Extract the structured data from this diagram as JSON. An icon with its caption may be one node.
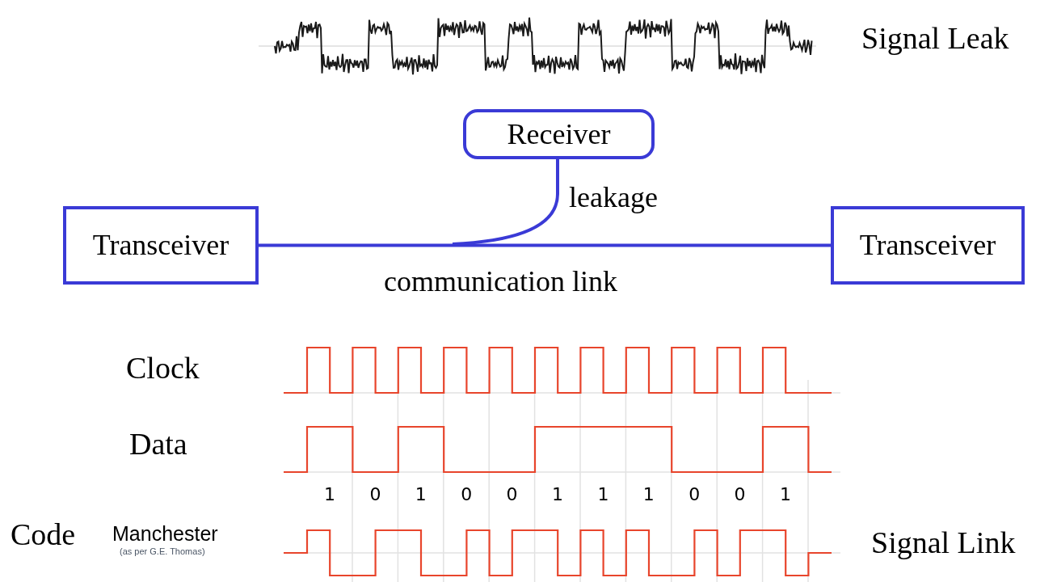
{
  "diagram": {
    "nodes": [
      {
        "text": [
          "Receiver"
        ]
      },
      {
        "text": [
          "Transceiver"
        ]
      },
      {
        "text": [
          "Transceiver"
        ]
      }
    ],
    "edges": [
      {
        "from": 1,
        "to": 2,
        "arrow": "none",
        "label": "communication link"
      },
      {
        "from": 0,
        "to": null,
        "arrow": "none",
        "label": "leakage"
      }
    ],
    "labels": [
      "Signal Leak",
      "Clock",
      "Data",
      "1",
      "0",
      "1",
      "0",
      "0",
      "1",
      "1",
      "1",
      "0",
      "0",
      "1",
      "Code",
      "Manchester",
      "(as per G.E. Thomas)",
      "Signal Link"
    ]
  }
}
